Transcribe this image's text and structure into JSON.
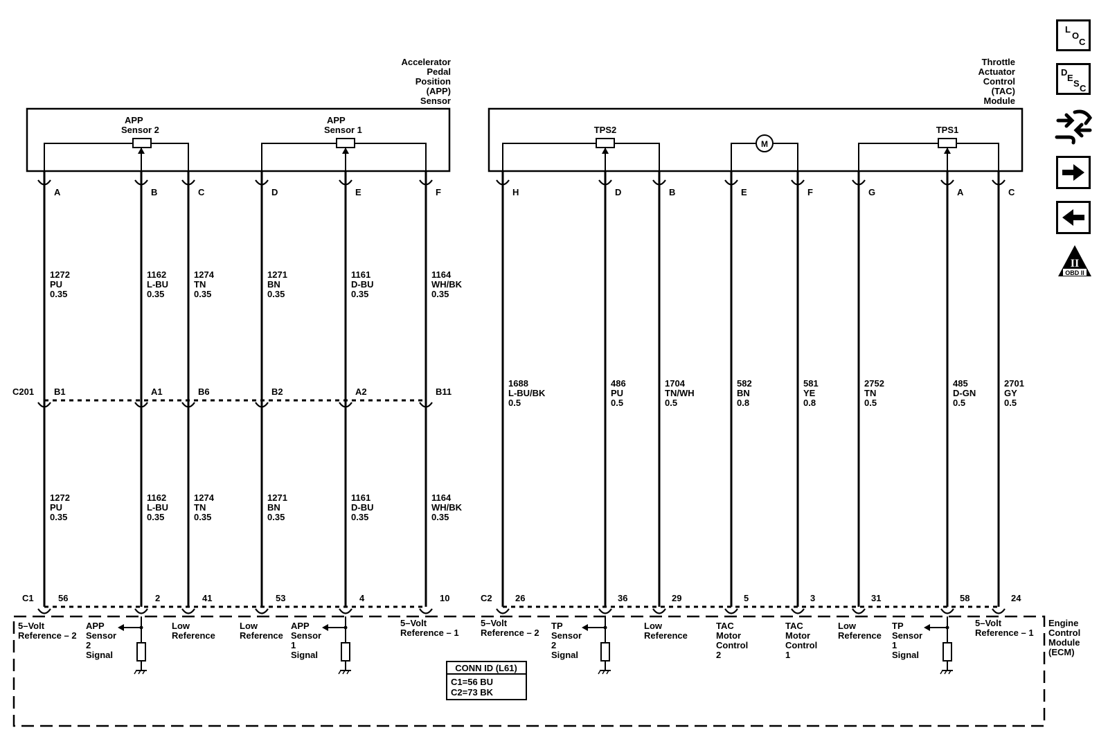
{
  "components": {
    "app_title": [
      "Accelerator",
      "Pedal",
      "Position",
      "(APP)",
      "Sensor"
    ],
    "tac_title": [
      "Throttle",
      "Actuator",
      "Control",
      "(TAC)",
      "Module"
    ],
    "ecm_title": [
      "Engine",
      "Control",
      "Module",
      "(ECM)"
    ],
    "app_sensor2": [
      "APP",
      "Sensor 2"
    ],
    "app_sensor1": [
      "APP",
      "Sensor 1"
    ],
    "tps2": "TPS2",
    "tps1": "TPS1",
    "motor": "M"
  },
  "connectors": {
    "c201": "C201",
    "c1": "C1",
    "c2": "C2",
    "conn_id": {
      "title": "CONN ID (L61)",
      "line1": "C1=56 BU",
      "line2": "C2=73 BK"
    }
  },
  "app_circuits": [
    {
      "pin": "A",
      "c201_pin": "B1",
      "ecm_pin": "56",
      "circuit": "1272",
      "color": "PU",
      "gauge": "0.35"
    },
    {
      "pin": "B",
      "c201_pin": "A1",
      "ecm_pin": "2",
      "circuit": "1162",
      "color": "L-BU",
      "gauge": "0.35"
    },
    {
      "pin": "C",
      "c201_pin": "B6",
      "ecm_pin": "41",
      "circuit": "1274",
      "color": "TN",
      "gauge": "0.35"
    },
    {
      "pin": "D",
      "c201_pin": "B2",
      "ecm_pin": "53",
      "circuit": "1271",
      "color": "BN",
      "gauge": "0.35"
    },
    {
      "pin": "E",
      "c201_pin": "A2",
      "ecm_pin": "4",
      "circuit": "1161",
      "color": "D-BU",
      "gauge": "0.35"
    },
    {
      "pin": "F",
      "c201_pin": "B11",
      "ecm_pin": "10",
      "circuit": "1164",
      "color": "WH/BK",
      "gauge": "0.35"
    }
  ],
  "tac_circuits": [
    {
      "pin": "H",
      "ecm_pin": "26",
      "circuit": "1688",
      "color": "L-BU/BK",
      "gauge": "0.5"
    },
    {
      "pin": "D",
      "ecm_pin": "36",
      "circuit": "486",
      "color": "PU",
      "gauge": "0.5"
    },
    {
      "pin": "B",
      "ecm_pin": "29",
      "circuit": "1704",
      "color": "TN/WH",
      "gauge": "0.5"
    },
    {
      "pin": "E",
      "ecm_pin": "5",
      "circuit": "582",
      "color": "BN",
      "gauge": "0.8"
    },
    {
      "pin": "F",
      "ecm_pin": "3",
      "circuit": "581",
      "color": "YE",
      "gauge": "0.8"
    },
    {
      "pin": "G",
      "ecm_pin": "31",
      "circuit": "2752",
      "color": "TN",
      "gauge": "0.5"
    },
    {
      "pin": "A",
      "ecm_pin": "58",
      "circuit": "485",
      "color": "D-GN",
      "gauge": "0.5"
    },
    {
      "pin": "C",
      "ecm_pin": "24",
      "circuit": "2701",
      "color": "GY",
      "gauge": "0.5"
    }
  ],
  "ecm_functions": [
    [
      "5–Volt",
      "Reference – 2"
    ],
    [
      "APP",
      "Sensor",
      "2",
      "Signal"
    ],
    [
      "Low",
      "Reference"
    ],
    [
      "Low",
      "Reference"
    ],
    [
      "APP",
      "Sensor",
      "1",
      "Signal"
    ],
    [
      "5–Volt",
      "Reference – 1"
    ],
    [
      "5–Volt",
      "Reference – 2"
    ],
    [
      "TP",
      "Sensor",
      "2",
      "Signal"
    ],
    [
      "Low",
      "Reference"
    ],
    [
      "TAC",
      "Motor",
      "Control",
      "2"
    ],
    [
      "TAC",
      "Motor",
      "Control",
      "1"
    ],
    [
      "Low",
      "Reference"
    ],
    [
      "TP",
      "Sensor",
      "1",
      "Signal"
    ],
    [
      "5–Volt",
      "Reference – 1"
    ]
  ],
  "nav_buttons": {
    "loc": [
      "L",
      "O",
      "C"
    ],
    "desc": [
      "D",
      "E",
      "S",
      "C"
    ],
    "obd": [
      "II",
      "OBD II"
    ]
  }
}
